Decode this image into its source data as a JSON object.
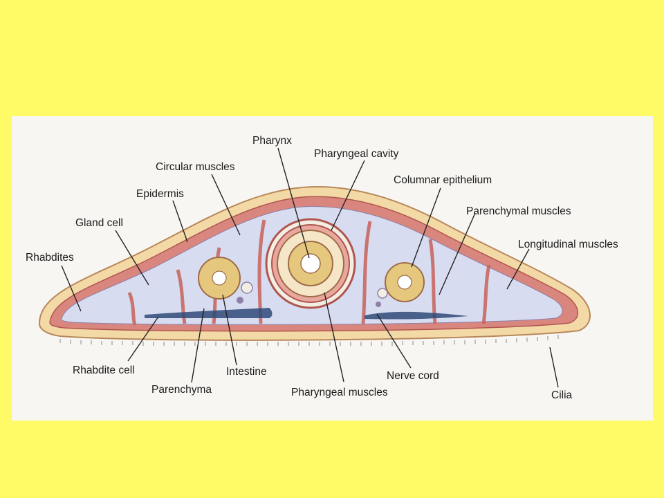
{
  "colors": {
    "background": "#FFFB66",
    "panel": "#F7F6F2",
    "epidermis": "#F2D9A6",
    "muscle_layer": "#D9867E",
    "parenchyma": "#D7DCF0",
    "nerve_cord": "#2F4A78"
  },
  "labels": {
    "pharynx": "Pharynx",
    "pharyngeal_cavity": "Pharyngeal cavity",
    "circular_muscles": "Circular muscles",
    "columnar_epithelium": "Columnar epithelium",
    "epidermis": "Epidermis",
    "parenchymal_muscles": "Parenchymal muscles",
    "gland_cell": "Gland cell",
    "longitudinal_muscles": "Longitudinal muscles",
    "rhabdites": "Rhabdites",
    "rhabdite_cell": "Rhabdite cell",
    "intestine": "Intestine",
    "nerve_cord": "Nerve cord",
    "parenchyma": "Parenchyma",
    "pharyngeal_muscles": "Pharyngeal muscles",
    "cilia": "Cilia"
  }
}
